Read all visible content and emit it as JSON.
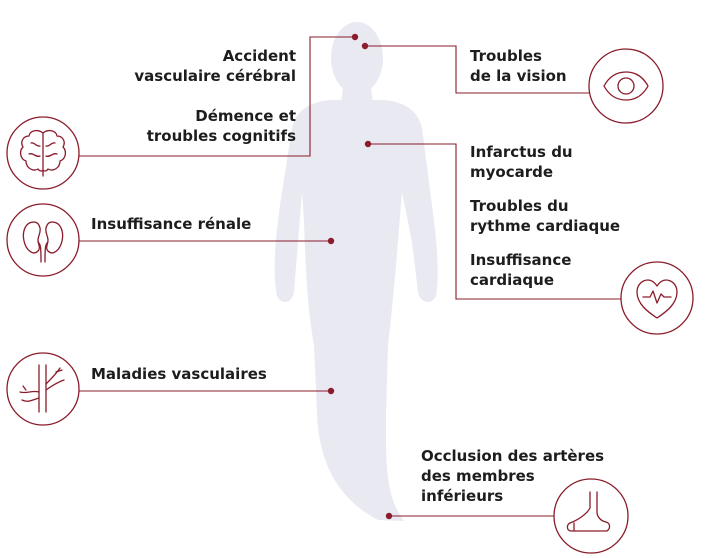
{
  "colors": {
    "accent": "#8a1c2b",
    "silhouette": "#e9e9f2",
    "text": "#1d1d1d"
  },
  "labels": {
    "stroke": [
      "Accident",
      "vasculaire cérébral"
    ],
    "dementia": [
      "Démence et",
      "troubles cognitifs"
    ],
    "renal": [
      "Insuffisance rénale"
    ],
    "vascular": [
      "Maladies vasculaires"
    ],
    "vision": [
      "Troubles",
      "de la vision"
    ],
    "infarct": [
      "Infarctus du",
      "myocarde"
    ],
    "rhythm": [
      "Troubles du",
      "rythme cardiaque"
    ],
    "heart_failure": [
      "Insuffisance",
      "cardiaque"
    ],
    "leg_arteries": [
      "Occlusion des artères",
      "des membres",
      "inférieurs"
    ]
  },
  "icons": {
    "brain": "brain-icon",
    "kidney": "kidneys-icon",
    "vessel": "blood-vessel-icon",
    "eye": "eye-icon",
    "heart": "heart-pulse-icon",
    "foot": "foot-icon"
  }
}
